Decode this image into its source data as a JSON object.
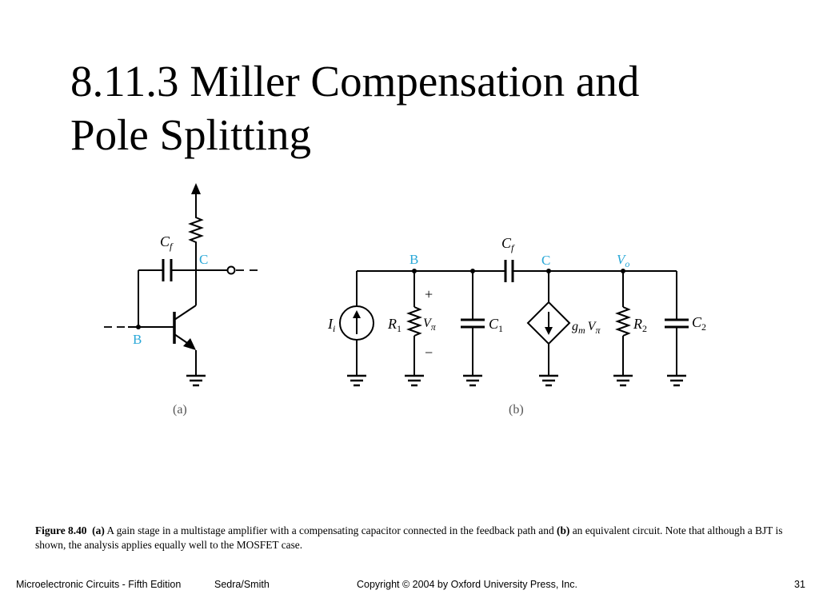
{
  "slide": {
    "title_line1": "8.11.3 Miller Compensation and",
    "title_line2": "Pole Splitting"
  },
  "figure": {
    "circuit_a": {
      "label_cf": "C",
      "label_cf_sub": "f",
      "label_c": "C",
      "label_b": "B",
      "sublabel": "(a)"
    },
    "circuit_b": {
      "label_b": "B",
      "label_cf": "C",
      "label_cf_sub": "f",
      "label_c": "C",
      "label_vo": "V",
      "label_vo_sub": "o",
      "label_ii": "I",
      "label_ii_sub": "i",
      "label_r1": "R",
      "label_r1_sub": "1",
      "label_vpi": "V",
      "label_vpi_sub": "π",
      "label_plus": "+",
      "label_minus": "−",
      "label_c1": "C",
      "label_c1_sub": "1",
      "label_gm": "g",
      "label_gm_sub": "m",
      "label_gm_v": "V",
      "label_gm_v_sub": "π",
      "label_r2": "R",
      "label_r2_sub": "2",
      "label_c2": "C",
      "label_c2_sub": "2",
      "sublabel": "(b)"
    }
  },
  "caption": {
    "fig_label": "Figure 8.40",
    "part_a": "(a)",
    "text_a": "A gain stage in a multistage amplifier with a compensating capacitor connected in the feedback path and",
    "part_b": "(b)",
    "text_b": "an equivalent circuit. Note that although a BJT is shown, the analysis applies equally well to the MOSFET case."
  },
  "footer": {
    "book": "Microelectronic Circuits - Fifth Edition",
    "authors": "Sedra/Smith",
    "copyright": "Copyright © 2004 by Oxford University Press, Inc.",
    "page": "31"
  }
}
